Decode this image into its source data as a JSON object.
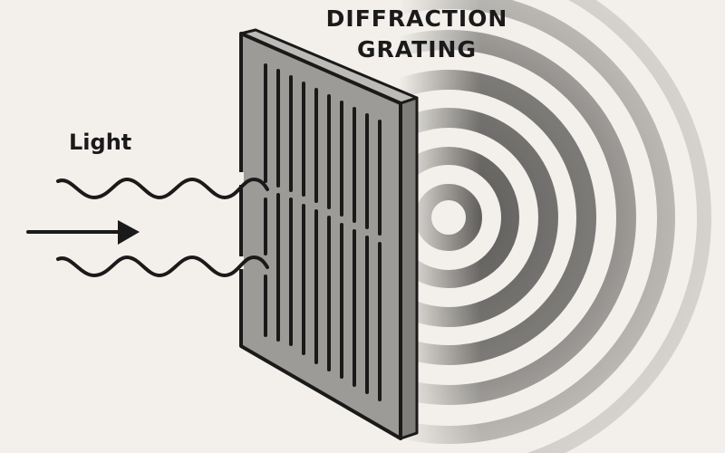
{
  "title": {
    "line1": "DIFFRACTION",
    "line2": "GRATING"
  },
  "labels": {
    "light": "Light"
  },
  "icons": {
    "incoming_arrow": "arrow-right-icon",
    "waves": "sine-wave-icon",
    "grating": "diffraction-grating-panel",
    "diffracted_waves": "concentric-arcs"
  },
  "colors": {
    "background": "#f3f0eb",
    "ink": "#1a1a1a",
    "panel_face": "#9d9b98",
    "panel_side": "#807e7b",
    "rings": "#6e6c69"
  },
  "grating": {
    "slit_count": 10
  },
  "rings": {
    "count": 7
  }
}
